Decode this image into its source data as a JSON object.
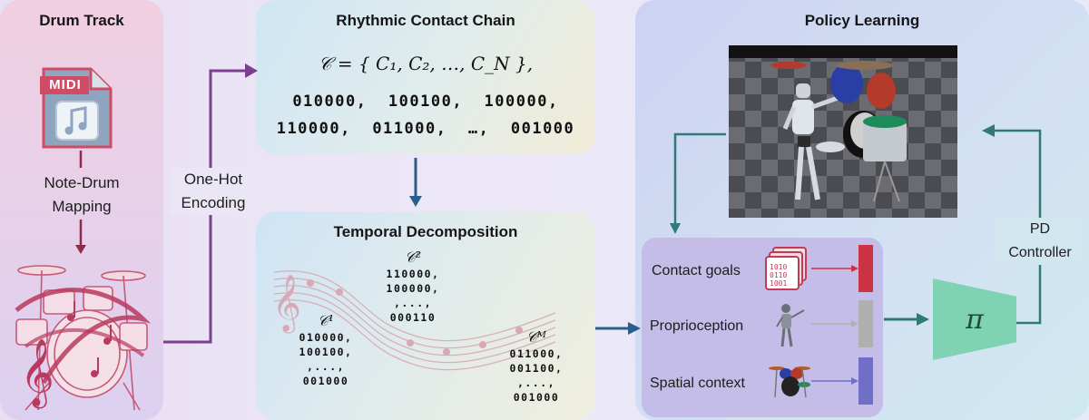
{
  "drum_track": {
    "title": "Drum Track",
    "midi_badge": "MIDI",
    "mapping_label": [
      "Note-Drum",
      "Mapping"
    ]
  },
  "encoding": {
    "label": [
      "One-Hot",
      "Encoding"
    ]
  },
  "chain": {
    "title": "Rhythmic Contact Chain",
    "formula": "𝒞 = { C₁, C₂, …, C_N },",
    "row1": "010000,  100100,  100000,",
    "row2": "110000,  011000,  …,  001000"
  },
  "temporal": {
    "title": "Temporal Decomposition",
    "c1": {
      "label": "𝒞¹",
      "lines": [
        "010000,",
        "100100,",
        ",...,",
        "001000"
      ]
    },
    "c2": {
      "label": "𝒞²",
      "lines": [
        "110000,",
        "100000,",
        ",...,",
        "000110"
      ]
    },
    "cM": {
      "label": "𝒞ᴹ",
      "lines": [
        "011000,",
        "001100,",
        ",...,",
        "001000"
      ]
    }
  },
  "policy": {
    "title": "Policy Learning",
    "inputs": [
      "Contact goals",
      "Proprioception",
      "Spatial context"
    ],
    "pi_symbol": "π",
    "controller": [
      "PD",
      "Controller"
    ]
  },
  "colors": {
    "purple_arrow": "#7a3f8e",
    "teal_arrow": "#2f7a74",
    "blue_arrow": "#2b5f8a",
    "maroon_arrow": "#8e2a4a",
    "bar_red": "#cc3344",
    "bar_gray": "#b0b0b0",
    "bar_blue": "#6f6fc8",
    "pi_green": "#7fd2b2"
  }
}
